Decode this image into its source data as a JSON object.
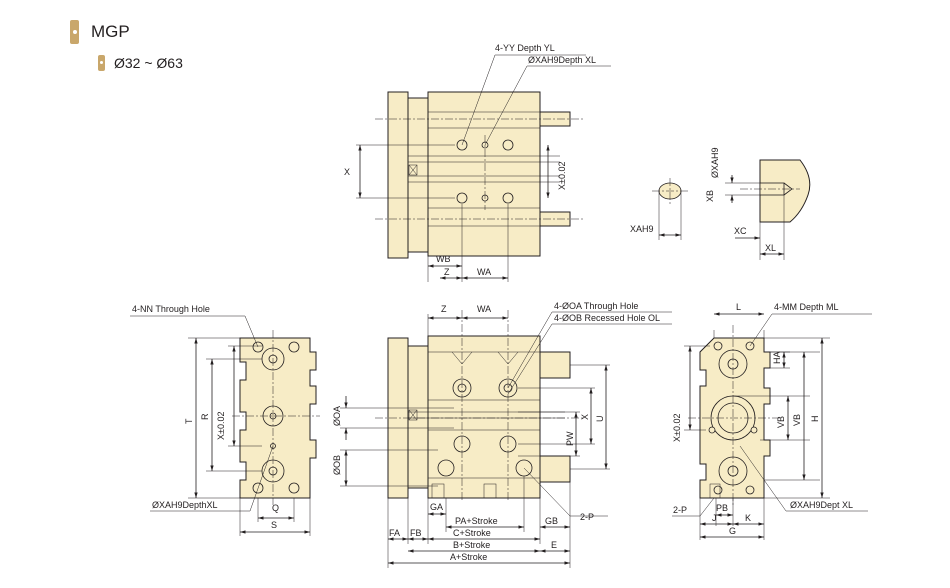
{
  "header": {
    "model": "MGP",
    "size_range": "Ø32 ~ Ø63"
  },
  "top_view": {
    "depth_yy": "4-YY Depth YL",
    "depth_xa": "ØXAH9Depth XL",
    "dim_x": "X",
    "dim_x_tol": "X±0.02",
    "dim_wb": "WB",
    "dim_z": "Z",
    "dim_wa": "WA"
  },
  "detail_view": {
    "xa_h9": "XAH9",
    "xa_diameter": "ØXAH9",
    "xb": "XB",
    "xc": "XC",
    "xl": "XL"
  },
  "left_view": {
    "nn_through": "4-NN Through Hole",
    "dim_t": "T",
    "dim_r": "R",
    "dim_x_tol": "X±0.02",
    "dim_q": "Q",
    "dim_s": "S",
    "xa_depth": "ØXAH9DepthXL"
  },
  "front_view": {
    "dim_z": "Z",
    "dim_wa": "WA",
    "oa_through": "4-ØOA Through Hole",
    "ob_recessed": "4-ØOB Recessed Hole OL",
    "dim_oa": "ØOA",
    "dim_ob": "ØOB",
    "dim_pw": "PW",
    "dim_x": "X",
    "dim_u": "U",
    "dim_ga": "GA",
    "dim_gb": "GB",
    "port": "2-P",
    "pa_stroke": "PA+Stroke",
    "c_stroke": "C+Stroke",
    "b_stroke": "B+Stroke",
    "a_stroke": "A+Stroke",
    "dim_fa": "FA",
    "dim_fb": "FB",
    "dim_e": "E"
  },
  "right_view": {
    "dim_l": "L",
    "mm_depth": "4-MM Depth ML",
    "dim_ha": "HA",
    "dim_x_tol": "X±0.02",
    "dim_vb": "VB",
    "dim_h": "H",
    "port": "2-P",
    "dim_pb": "PB",
    "dim_j": "J",
    "dim_k": "K",
    "dim_g": "G",
    "xa_dept": "ØXAH9Dept XL"
  }
}
